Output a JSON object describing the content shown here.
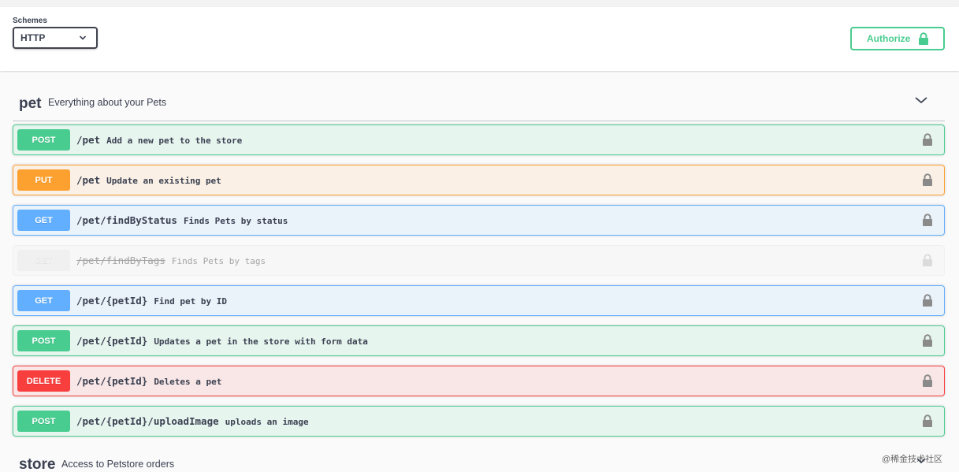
{
  "schemes": {
    "title": "Schemes",
    "selected": "HTTP"
  },
  "authorize": {
    "label": "Authorize"
  },
  "pet_tag": {
    "name": "pet",
    "description": "Everything about your Pets"
  },
  "operations": [
    {
      "method": "POST",
      "path": "/pet",
      "summary": "Add a new pet to the store"
    },
    {
      "method": "PUT",
      "path": "/pet",
      "summary": "Update an existing pet"
    },
    {
      "method": "GET",
      "path": "/pet/findByStatus",
      "summary": "Finds Pets by status"
    },
    {
      "method": "GET",
      "path": "/pet/findByTags",
      "summary": "Finds Pets by tags",
      "deprecated": true
    },
    {
      "method": "GET",
      "path": "/pet/{petId}",
      "summary": "Find pet by ID"
    },
    {
      "method": "POST",
      "path": "/pet/{petId}",
      "summary": "Updates a pet in the store with form data"
    },
    {
      "method": "DELETE",
      "path": "/pet/{petId}",
      "summary": "Deletes a pet"
    },
    {
      "method": "POST",
      "path": "/pet/{petId}/uploadImage",
      "summary": "uploads an image"
    }
  ],
  "store_tag": {
    "name": "store",
    "description": "Access to Petstore orders"
  },
  "watermark": "@稀金技术社区",
  "colors": {
    "post": "#49cc90",
    "put": "#fca130",
    "get": "#61affe",
    "delete": "#f93e3e",
    "deprecated": "#ebebeb"
  },
  "icons": {
    "lock": "lock-icon",
    "chevron": "chevron-down-icon"
  }
}
